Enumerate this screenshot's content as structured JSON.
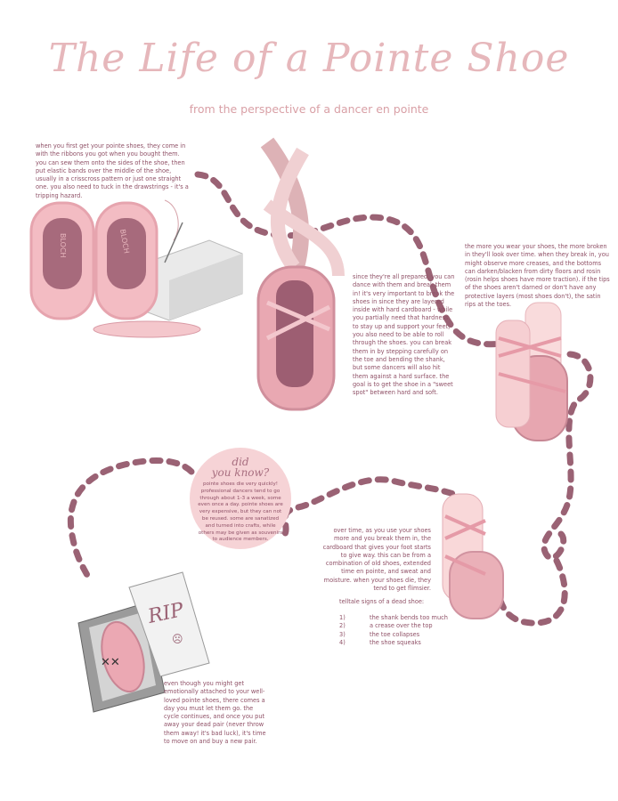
{
  "header": {
    "title": "The Life of a Pointe Shoe",
    "subtitle": "from the perspective of a dancer en pointe"
  },
  "sections": {
    "new_shoes": "when you first get your pointe shoes, they come in with the ribbons you got when you bought them. you can sew them onto the sides of the shoe, then put elastic bands over the middle of the shoe, usually in a crisscross pattern or just one straight one. you also need to tuck in the drawstrings - it's a tripping hazard.",
    "breaking_in": "since they're all prepared, you can dance with them and break them in! it's very important to break the shoes in since they are layered inside with hard cardboard - while you partially need that hardness to stay up and support your feet, you also need to be able to roll through the shoes. you can break them in by stepping carefully on the toe and bending the shank, but some dancers will also hit them against a hard surface. the goal is to get the shoe in a \"sweet spot\" between hard and soft.",
    "wearing": "the more you wear your shoes, the more broken in they'll look over time. when they break in, you might observe more creases, and the bottoms can darken/blacken from dirty floors and rosin (rosin helps shoes have more traction). if the tips of the shoes aren't darned or don't have any protective layers (most shoes don't), the satin rips at the toes.",
    "dying": "over time, as you use your shoes more and you break them in, the cardboard that gives your foot starts to give way. this can be from a combination of old shoes, extended time en pointe, and sweat and moisture. when your shoes die, they tend to get flimsier.",
    "signs_title": "telltale signs of a dead shoe:",
    "signs": [
      {
        "num": "1)",
        "text": "the shank bends too much"
      },
      {
        "num": "2)",
        "text": "a crease over the top"
      },
      {
        "num": "3)",
        "text": "the toe collapses"
      },
      {
        "num": "4)",
        "text": "the shoe squeaks"
      }
    ],
    "goodbye": "even though you might get emotionally attached to your well-loved pointe shoes, there comes a day you must let them go. the cycle continues, and once you put away your dead pair (never throw them away! it's bad luck), it's time to move on and buy a new pair."
  },
  "did_you_know": {
    "title_line1": "did",
    "title_line2": "you know?",
    "body": "pointe shoes die very quickly! professional dancers tend to go through about 1-3 a week, some even once a day. pointe shoes are very expensive, but they can not be reused. some are sanatized and turned into crafts, while others may be given as souvenirs to audience members."
  },
  "illustration_text": {
    "brand": "BLOCH",
    "tombstone": "RIP"
  },
  "colors": {
    "title": "#e6b7bb",
    "text": "#8f5066",
    "path": "#9a6274",
    "shoe": "#f0b6bd",
    "shoe_dark": "#c97f8f"
  }
}
